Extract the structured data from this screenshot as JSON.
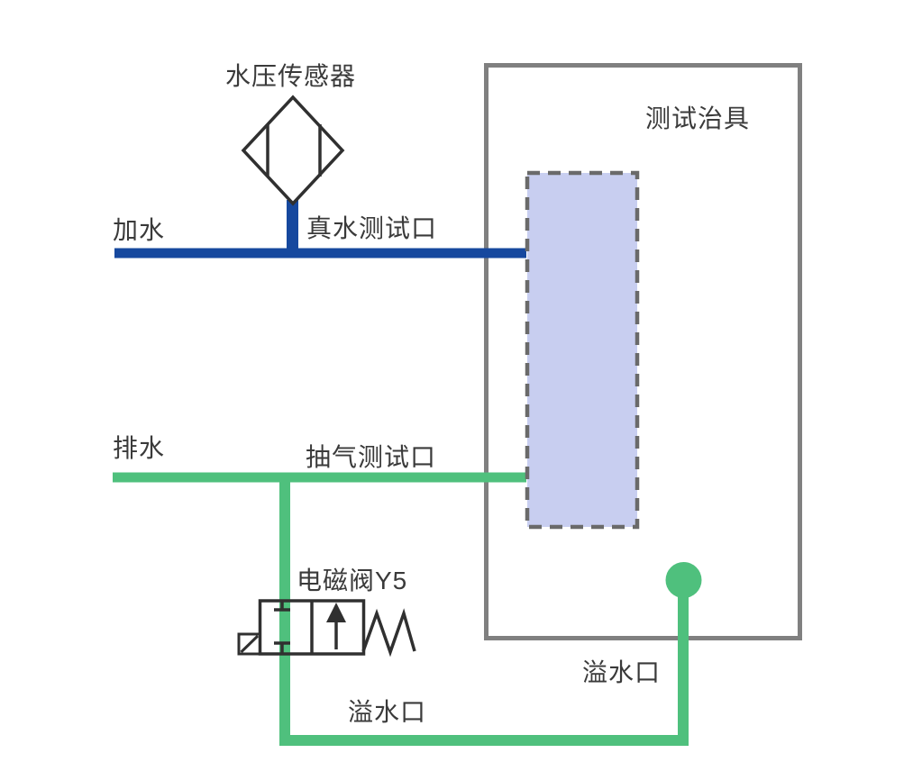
{
  "diagram": {
    "labels": {
      "water_pressure_sensor": "水压传感器",
      "add_water": "加水",
      "real_water_test_port": "真水测试口",
      "test_fixture": "测试治具",
      "drain_water": "排水",
      "air_suction_test_port": "抽气测试口",
      "solenoid_valve_y5": "电磁阀Y5",
      "overflow_port_bottom": "溢水口",
      "overflow_port_right": "溢水口"
    },
    "colors": {
      "water_pipe_blue": "#16489E",
      "drain_pipe_green": "#4FC07D",
      "fixture_border_gray": "#808080",
      "dut_fill_lavender": "#C8CEF0",
      "dut_border_gray": "#6A6A6A",
      "symbol_stroke": "#303030",
      "label_text": "#3A3A3A"
    }
  }
}
